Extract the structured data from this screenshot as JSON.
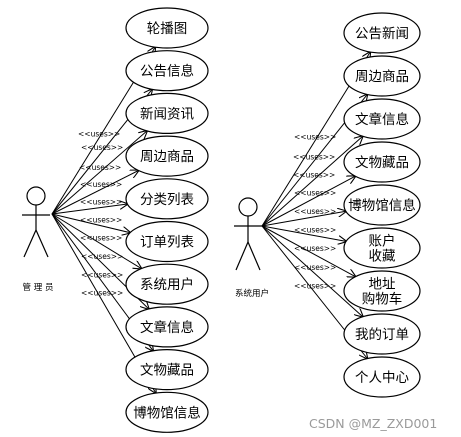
{
  "actors": [
    {
      "id": "admin",
      "name": "管 理 员",
      "stereotype": "<<uses>>",
      "use_cases": [
        "轮播图",
        "公告信息",
        "新闻资讯",
        "周边商品",
        "分类列表",
        "订单列表",
        "系统用户",
        "文章信息",
        "文物藏品",
        "博物馆信息"
      ]
    },
    {
      "id": "user",
      "name": "系统用户",
      "stereotype": "<<uses>>",
      "use_cases": [
        "公告新闻",
        "周边商品",
        "文章信息",
        "文物藏品",
        "博物馆信息",
        "账户\n收藏",
        "地址\n购物车",
        "我的订单",
        "个人中心"
      ]
    }
  ],
  "watermark": "CSDN @MZ_ZXD001"
}
